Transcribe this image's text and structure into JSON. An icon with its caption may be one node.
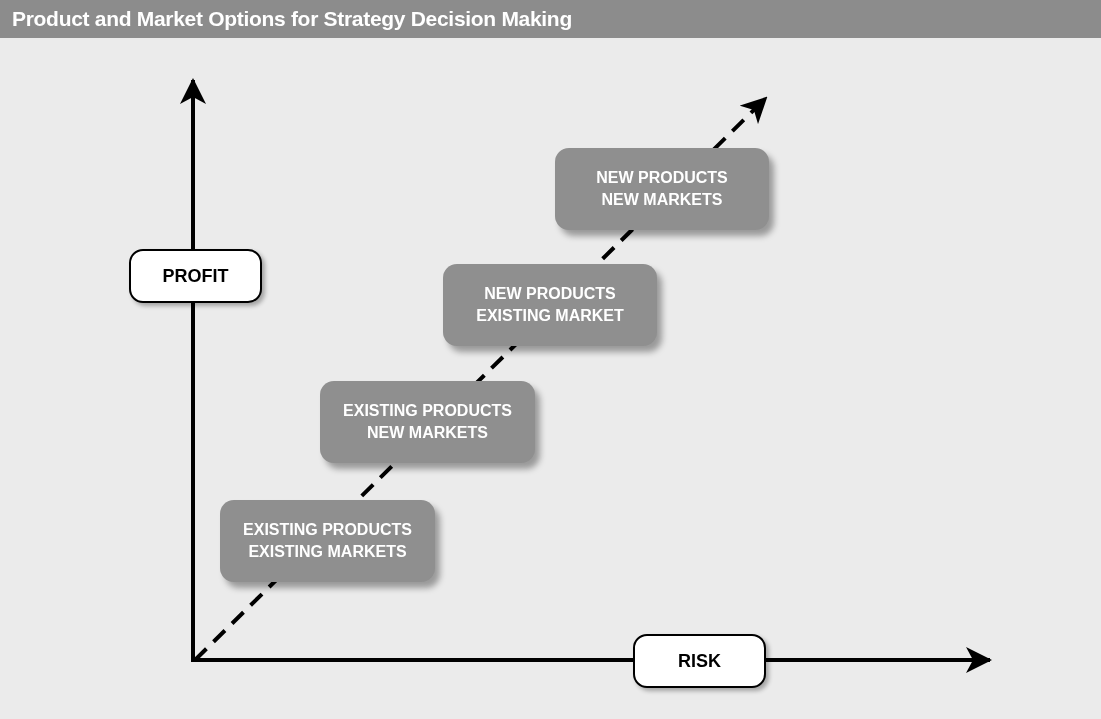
{
  "diagram": {
    "title": "Product and Market Options for Strategy Decision Making",
    "nodes": [
      {
        "text": [
          "NEW PRODUCTS",
          "NEW MARKETS"
        ]
      },
      {
        "text": [
          "PROFIT"
        ]
      },
      {
        "text": [
          "NEW PRODUCTS",
          "EXISTING MARKET"
        ]
      },
      {
        "text": [
          "EXISTING PRODUCTS",
          "NEW MARKETS"
        ]
      },
      {
        "text": [
          "EXISTING PRODUCTS",
          "EXISTING MARKETS"
        ]
      },
      {
        "text": [
          "RISK"
        ]
      }
    ]
  }
}
